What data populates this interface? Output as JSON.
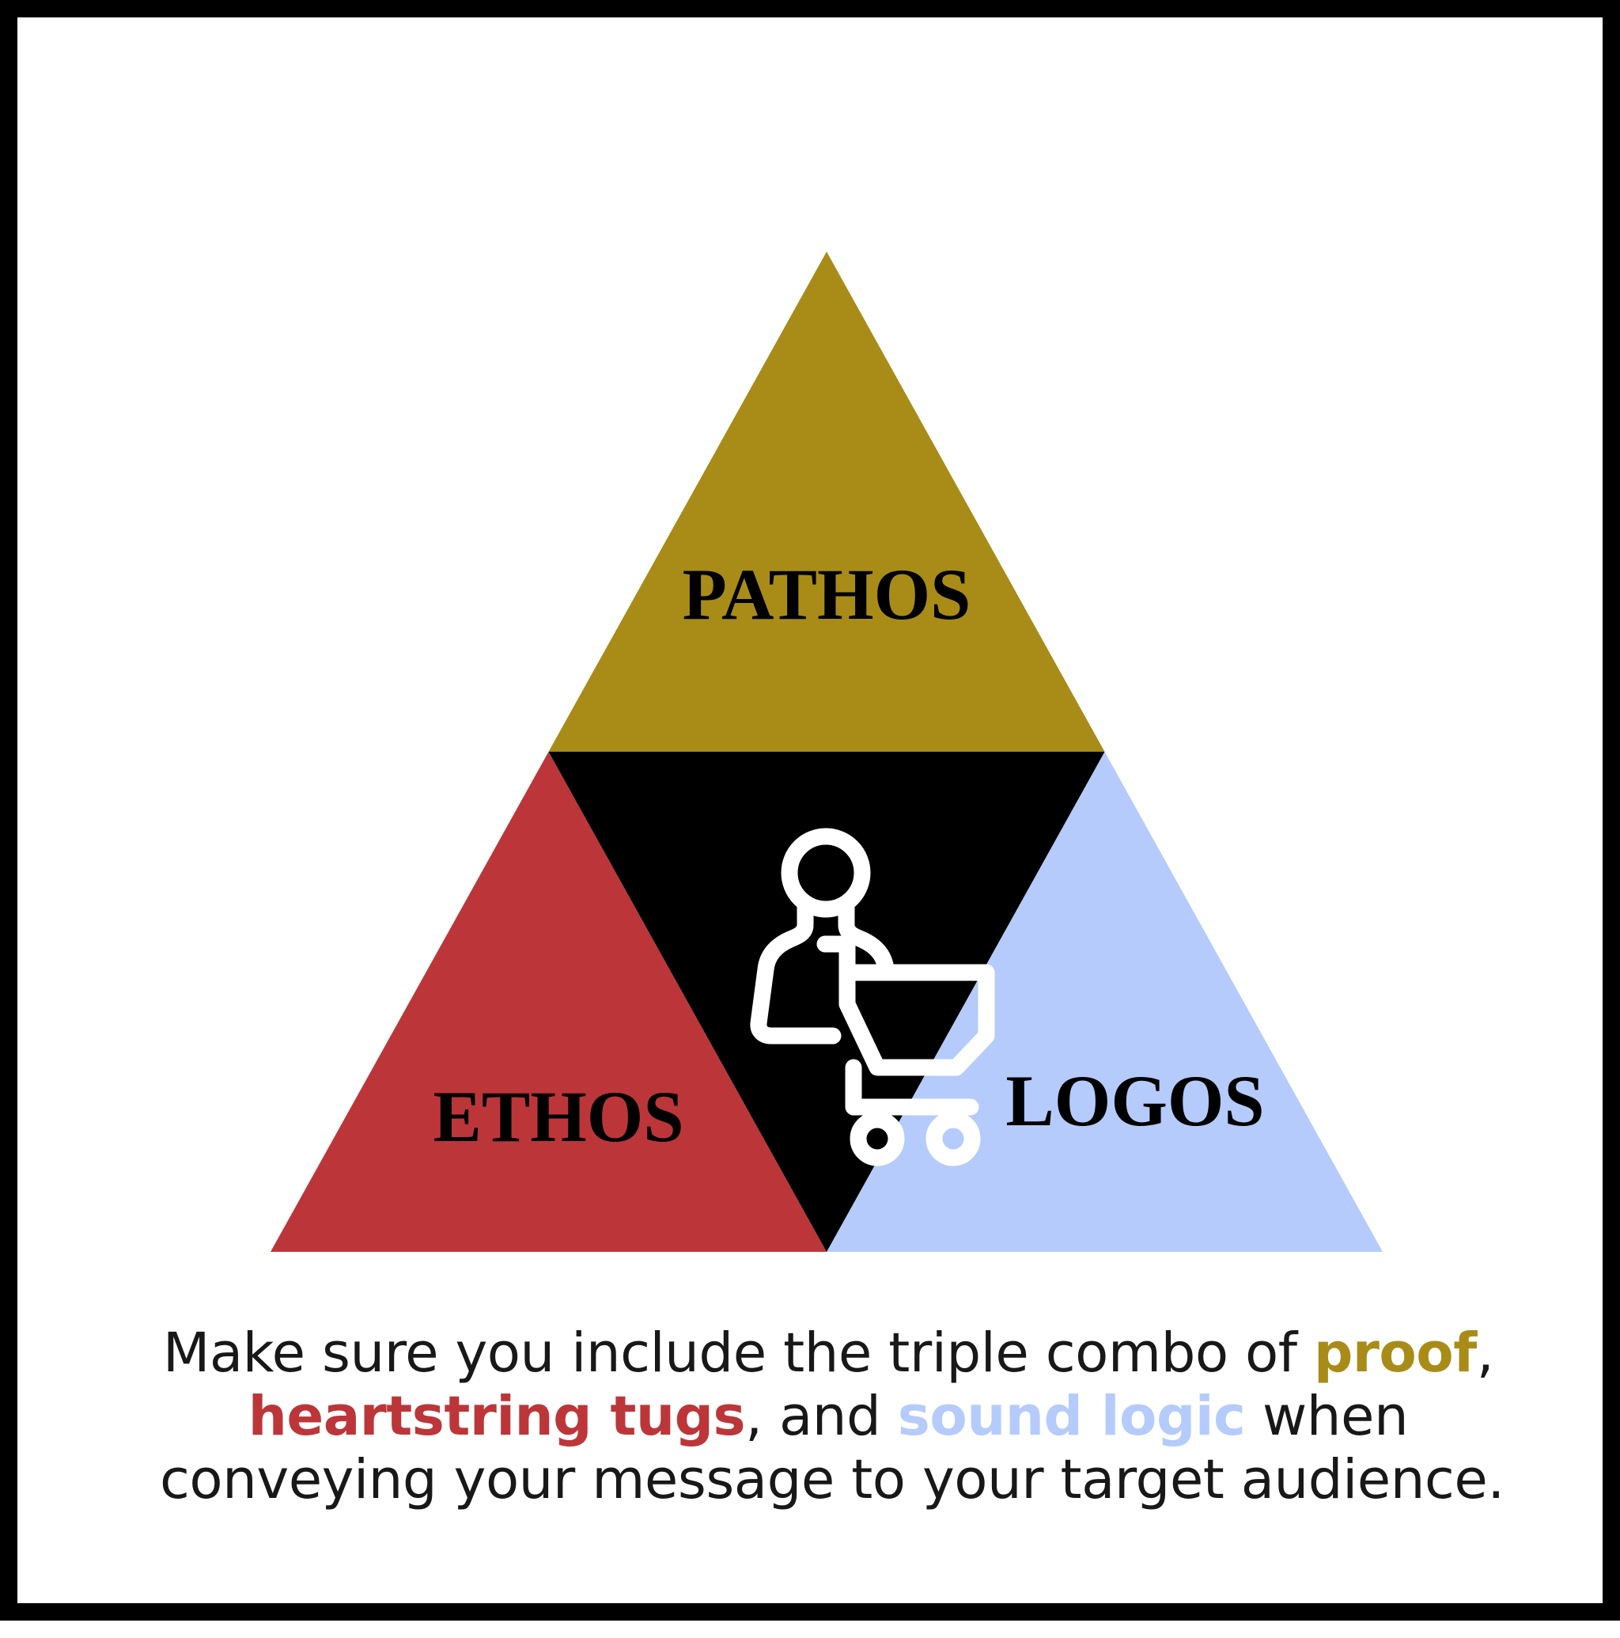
{
  "frame": {
    "border_color": "#000000",
    "background": "#ffffff"
  },
  "diagram": {
    "name": "rhetorical-triangle",
    "segments": [
      {
        "id": "pathos",
        "label": "PATHOS",
        "color": "#A88C17",
        "position": "top"
      },
      {
        "id": "ethos",
        "label": "ETHOS",
        "color": "#BC3639",
        "position": "bottom-left"
      },
      {
        "id": "logos",
        "label": "LOGOS",
        "color": "#B5CBFC",
        "position": "bottom-right"
      },
      {
        "id": "center",
        "label": "",
        "color": "#000000",
        "position": "center-inverted",
        "icon": "shopper-with-cart-icon",
        "icon_color": "#ffffff"
      }
    ]
  },
  "caption": {
    "line1": {
      "before": "Make sure you include the triple combo of ",
      "highlight": "proof",
      "after": ","
    },
    "line2": {
      "highlight_a": "heartstring tugs",
      "middle": ", and ",
      "highlight_b": "sound logic",
      "after": " when"
    },
    "line3": {
      "text": "conveying your message to your target audience."
    },
    "colors": {
      "proof": "#A88C17",
      "heartstring_tugs": "#BC3639",
      "sound_logic": "#B5CBFC",
      "body": "#181818"
    }
  }
}
